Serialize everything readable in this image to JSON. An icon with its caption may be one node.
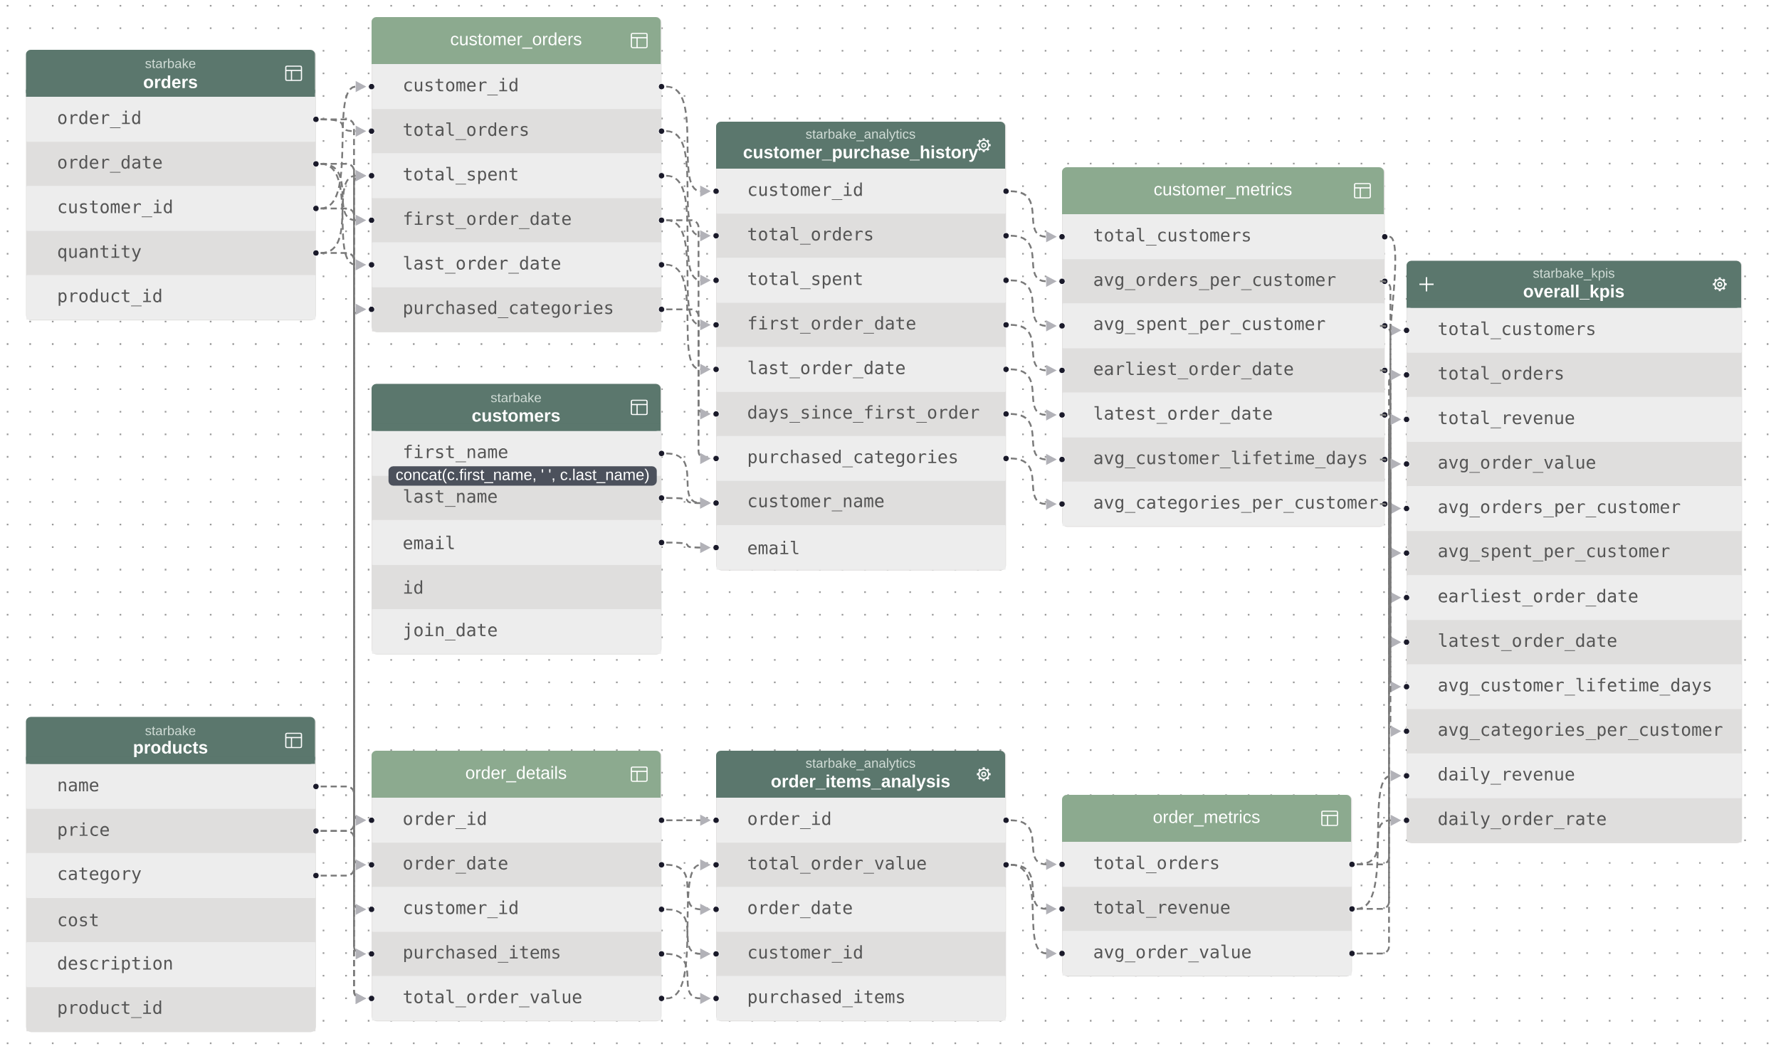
{
  "diagram": {
    "nodes": [
      {
        "text": [
          "starbake",
          "orders"
        ]
      },
      {
        "text": [
          "order_id"
        ],
        "in": 0
      },
      {
        "text": [
          "order_date"
        ],
        "in": 0
      },
      {
        "text": [
          "customer_id"
        ],
        "in": 0
      },
      {
        "text": [
          "quantity"
        ],
        "in": 0
      },
      {
        "text": [
          "product_id"
        ],
        "in": 0
      },
      {
        "text": [
          "starbake",
          "products"
        ]
      },
      {
        "text": [
          "name"
        ],
        "in": 6
      },
      {
        "text": [
          "price"
        ],
        "in": 6
      },
      {
        "text": [
          "category"
        ],
        "in": 6
      },
      {
        "text": [
          "cost"
        ],
        "in": 6
      },
      {
        "text": [
          "description"
        ],
        "in": 6
      },
      {
        "text": [
          "product_id"
        ],
        "in": 6
      },
      {
        "text": [
          "customer_orders"
        ]
      },
      {
        "text": [
          "customer_id"
        ],
        "in": 13
      },
      {
        "text": [
          "total_orders"
        ],
        "in": 13
      },
      {
        "text": [
          "total_spent"
        ],
        "in": 13
      },
      {
        "text": [
          "first_order_date"
        ],
        "in": 13
      },
      {
        "text": [
          "last_order_date"
        ],
        "in": 13
      },
      {
        "text": [
          "purchased_categories"
        ],
        "in": 13
      },
      {
        "text": [
          "starbake",
          "customers"
        ]
      },
      {
        "text": [
          "first_name"
        ],
        "in": 20
      },
      {
        "text": [
          "last_name"
        ],
        "in": 20
      },
      {
        "text": [
          "email"
        ],
        "in": 20
      },
      {
        "text": [
          "id"
        ],
        "in": 20
      },
      {
        "text": [
          "join_date"
        ],
        "in": 20
      },
      {
        "text": [
          "order_details"
        ]
      },
      {
        "text": [
          "order_id"
        ],
        "in": 26
      },
      {
        "text": [
          "order_date"
        ],
        "in": 26
      },
      {
        "text": [
          "customer_id"
        ],
        "in": 26
      },
      {
        "text": [
          "purchased_items"
        ],
        "in": 26
      },
      {
        "text": [
          "total_order_value"
        ],
        "in": 26
      },
      {
        "text": [
          "starbake_analytics",
          "customer_purchase_history"
        ]
      },
      {
        "text": [
          "customer_id"
        ],
        "in": 32
      },
      {
        "text": [
          "total_orders"
        ],
        "in": 32
      },
      {
        "text": [
          "total_spent"
        ],
        "in": 32
      },
      {
        "text": [
          "first_order_date"
        ],
        "in": 32
      },
      {
        "text": [
          "last_order_date"
        ],
        "in": 32
      },
      {
        "text": [
          "days_since_first_order"
        ],
        "in": 32
      },
      {
        "text": [
          "purchased_categories"
        ],
        "in": 32
      },
      {
        "text": [
          "customer_name"
        ],
        "in": 32
      },
      {
        "text": [
          "email"
        ],
        "in": 32
      },
      {
        "text": [
          "starbake_analytics",
          "order_items_analysis"
        ]
      },
      {
        "text": [
          "order_id"
        ],
        "in": 42
      },
      {
        "text": [
          "total_order_value"
        ],
        "in": 42
      },
      {
        "text": [
          "order_date"
        ],
        "in": 42
      },
      {
        "text": [
          "customer_id"
        ],
        "in": 42
      },
      {
        "text": [
          "purchased_items"
        ],
        "in": 42
      },
      {
        "text": [
          "customer_metrics"
        ]
      },
      {
        "text": [
          "total_customers"
        ],
        "in": 48
      },
      {
        "text": [
          "avg_orders_per_customer"
        ],
        "in": 48
      },
      {
        "text": [
          "avg_spent_per_customer"
        ],
        "in": 48
      },
      {
        "text": [
          "earliest_order_date"
        ],
        "in": 48
      },
      {
        "text": [
          "latest_order_date"
        ],
        "in": 48
      },
      {
        "text": [
          "avg_customer_lifetime_days"
        ],
        "in": 48
      },
      {
        "text": [
          "avg_categories_per_customer"
        ],
        "in": 48
      },
      {
        "text": [
          "order_metrics"
        ]
      },
      {
        "text": [
          "total_orders"
        ],
        "in": 56
      },
      {
        "text": [
          "total_revenue"
        ],
        "in": 56
      },
      {
        "text": [
          "avg_order_value"
        ],
        "in": 56
      },
      {
        "text": [
          "starbake_kpis",
          "overall_kpis"
        ]
      },
      {
        "text": [
          "total_customers"
        ],
        "in": 60
      },
      {
        "text": [
          "total_orders"
        ],
        "in": 60
      },
      {
        "text": [
          "total_revenue"
        ],
        "in": 60
      },
      {
        "text": [
          "avg_order_value"
        ],
        "in": 60
      },
      {
        "text": [
          "avg_orders_per_customer"
        ],
        "in": 60
      },
      {
        "text": [
          "avg_spent_per_customer"
        ],
        "in": 60
      },
      {
        "text": [
          "earliest_order_date"
        ],
        "in": 60
      },
      {
        "text": [
          "latest_order_date"
        ],
        "in": 60
      },
      {
        "text": [
          "avg_customer_lifetime_days"
        ],
        "in": 60
      },
      {
        "text": [
          "avg_categories_per_customer"
        ],
        "in": 60
      },
      {
        "text": [
          "daily_revenue"
        ],
        "in": 60
      },
      {
        "text": [
          "daily_order_rate"
        ],
        "in": 60
      }
    ],
    "edges": [
      {
        "from": 3,
        "to": 14,
        "arrow": "to"
      },
      {
        "from": 1,
        "to": 15,
        "arrow": "to"
      },
      {
        "from": 4,
        "to": 16,
        "arrow": "to"
      },
      {
        "from": 8,
        "to": 16,
        "arrow": "to"
      },
      {
        "from": 2,
        "to": 17,
        "arrow": "to"
      },
      {
        "from": 2,
        "to": 18,
        "arrow": "to"
      },
      {
        "from": 9,
        "to": 19,
        "arrow": "to"
      },
      {
        "from": 1,
        "to": 27,
        "arrow": "to"
      },
      {
        "from": 2,
        "to": 28,
        "arrow": "to"
      },
      {
        "from": 3,
        "to": 29,
        "arrow": "to"
      },
      {
        "from": 7,
        "to": 30,
        "arrow": "to"
      },
      {
        "from": 4,
        "to": 31,
        "arrow": "to"
      },
      {
        "from": 8,
        "to": 31,
        "arrow": "to"
      },
      {
        "from": 14,
        "to": 33,
        "arrow": "to"
      },
      {
        "from": 15,
        "to": 34,
        "arrow": "to"
      },
      {
        "from": 16,
        "to": 35,
        "arrow": "to"
      },
      {
        "from": 17,
        "to": 36,
        "arrow": "to"
      },
      {
        "from": 18,
        "to": 37,
        "arrow": "to"
      },
      {
        "from": 17,
        "to": 38,
        "arrow": "to"
      },
      {
        "from": 19,
        "to": 39,
        "arrow": "to"
      },
      {
        "from": 21,
        "to": 40,
        "arrow": "to",
        "label": "concat(c.first_name, ' ', c.last_name)"
      },
      {
        "from": 22,
        "to": 40,
        "arrow": "to"
      },
      {
        "from": 23,
        "to": 41,
        "arrow": "to"
      },
      {
        "from": 27,
        "to": 43,
        "arrow": "to"
      },
      {
        "from": 28,
        "to": 45,
        "arrow": "to"
      },
      {
        "from": 29,
        "to": 46,
        "arrow": "to"
      },
      {
        "from": 30,
        "to": 47,
        "arrow": "to"
      },
      {
        "from": 31,
        "to": 44,
        "arrow": "to"
      },
      {
        "from": 33,
        "to": 49,
        "arrow": "to"
      },
      {
        "from": 34,
        "to": 50,
        "arrow": "to"
      },
      {
        "from": 35,
        "to": 51,
        "arrow": "to"
      },
      {
        "from": 36,
        "to": 52,
        "arrow": "to"
      },
      {
        "from": 37,
        "to": 53,
        "arrow": "to"
      },
      {
        "from": 38,
        "to": 54,
        "arrow": "to"
      },
      {
        "from": 39,
        "to": 55,
        "arrow": "to"
      },
      {
        "from": 43,
        "to": 57,
        "arrow": "to"
      },
      {
        "from": 44,
        "to": 58,
        "arrow": "to"
      },
      {
        "from": 44,
        "to": 59,
        "arrow": "to"
      },
      {
        "from": 49,
        "to": 61,
        "arrow": "to"
      },
      {
        "from": 50,
        "to": 65,
        "arrow": "to"
      },
      {
        "from": 51,
        "to": 66,
        "arrow": "to"
      },
      {
        "from": 52,
        "to": 67,
        "arrow": "to"
      },
      {
        "from": 53,
        "to": 68,
        "arrow": "to"
      },
      {
        "from": 54,
        "to": 69,
        "arrow": "to"
      },
      {
        "from": 55,
        "to": 70,
        "arrow": "to"
      },
      {
        "from": 57,
        "to": 62,
        "arrow": "to"
      },
      {
        "from": 58,
        "to": 63,
        "arrow": "to"
      },
      {
        "from": 59,
        "to": 64,
        "arrow": "to"
      },
      {
        "from": 58,
        "to": 71,
        "arrow": "to"
      },
      {
        "from": 57,
        "to": 72,
        "arrow": "to"
      }
    ]
  }
}
